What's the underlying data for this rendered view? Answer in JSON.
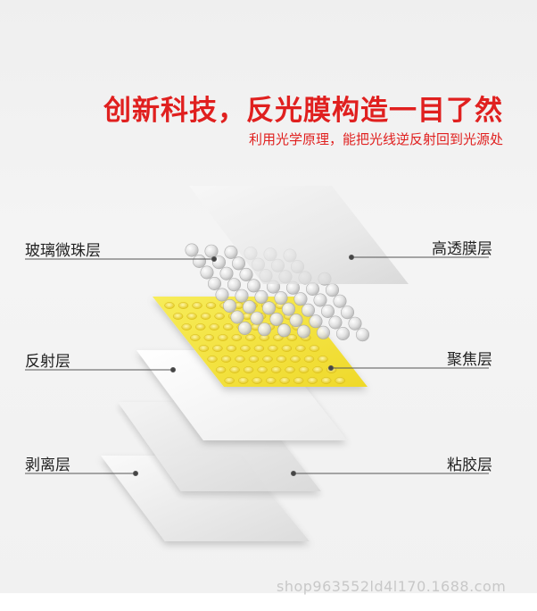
{
  "headline": "创新科技，反光膜构造一目了然",
  "subheadline": "利用光学原理，能把光线逆反射回到光源处",
  "labels": {
    "glass_bead_layer": "玻璃微珠层",
    "reflective_layer": "反射层",
    "release_layer": "剥离层",
    "transparent_film_layer": "高透膜层",
    "focusing_layer": "聚焦层",
    "adhesive_layer": "粘胶层"
  },
  "watermark": "shop963552ld4l170.1688.com",
  "colors": {
    "headline": "#e0201f",
    "focusing_layer": "#f3e23a",
    "text": "#222222"
  }
}
